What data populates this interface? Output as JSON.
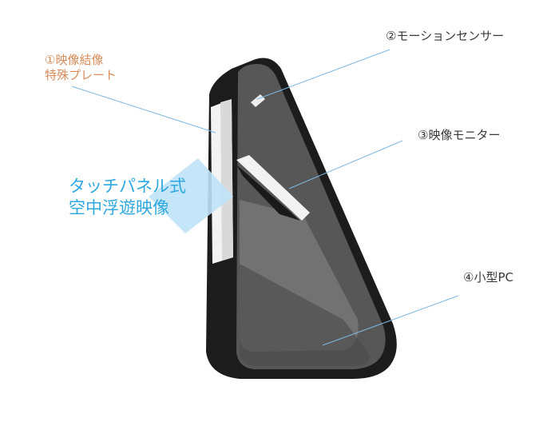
{
  "labels": {
    "plate": {
      "line1": "①映像結像",
      "line2": "特殊プレート"
    },
    "sensor": "②モーションセンサー",
    "monitor": "③映像モニター",
    "pc": "④小型PC",
    "floating": {
      "line1": "タッチパネル式",
      "line2": "空中浮遊映像"
    }
  },
  "colors": {
    "plate_label": "#d98c5a",
    "callout_text": "#3a3a3a",
    "floating_text": "#2fa8e0",
    "leader_line": "#7fb8e0",
    "floating_image": "#bfe3f7",
    "body_frame": "#1c1c1c",
    "glass_panel": "#5a5a5a"
  }
}
